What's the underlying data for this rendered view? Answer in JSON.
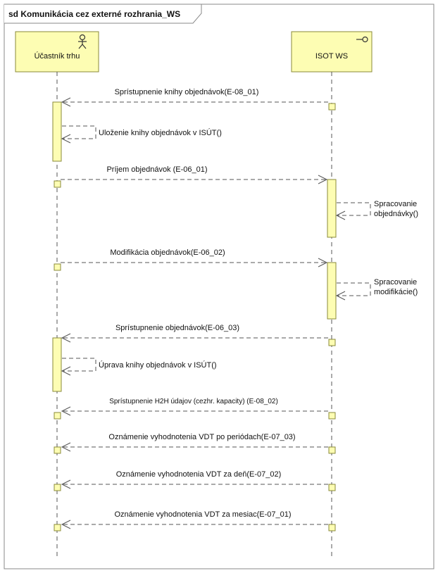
{
  "frame": {
    "title": "sd Komunikácia cez externé rozhrania_WS"
  },
  "colors": {
    "box_fill": "#fdfdb3",
    "box_stroke": "#8a8a3a",
    "line": "#555555",
    "frame_stroke": "#888888",
    "text": "#111111"
  },
  "lifelines": [
    {
      "id": "ucastnik",
      "label": "Účastník trhu",
      "icon": "actor-icon"
    },
    {
      "id": "isot",
      "label": "ISOT WS",
      "icon": "interface-lollipop-icon"
    }
  ],
  "messages": [
    {
      "label": "Sprístupnenie knihy objednávok(E-08_01)",
      "from": "isot",
      "to": "ucastnik",
      "kind": "return"
    },
    {
      "label": "Uloženie knihy objednávok v ISÚT()",
      "from": "ucastnik",
      "to": "ucastnik",
      "kind": "self"
    },
    {
      "label": "Príjem objednávok (E-06_01)",
      "from": "ucastnik",
      "to": "isot",
      "kind": "return"
    },
    {
      "label": "Spracovanie\nobjednávky()",
      "from": "isot",
      "to": "isot",
      "kind": "self"
    },
    {
      "label": "Modifikácia objednávok(E-06_02)",
      "from": "ucastnik",
      "to": "isot",
      "kind": "return"
    },
    {
      "label": "Spracovanie\nmodifikácie()",
      "from": "isot",
      "to": "isot",
      "kind": "self"
    },
    {
      "label": "Sprístupnenie objednávok(E-06_03)",
      "from": "isot",
      "to": "ucastnik",
      "kind": "return"
    },
    {
      "label": "Úprava knihy objednávok v ISÚT()",
      "from": "ucastnik",
      "to": "ucastnik",
      "kind": "self"
    },
    {
      "label": "Sprístupnenie H2H údajov (cezhr. kapacity) (E-08_02)",
      "from": "isot",
      "to": "ucastnik",
      "kind": "return"
    },
    {
      "label": "Oznámenie vyhodnotenia VDT po periódach(E-07_03)",
      "from": "isot",
      "to": "ucastnik",
      "kind": "return"
    },
    {
      "label": "Oznámenie vyhodnotenia VDT za deň(E-07_02)",
      "from": "isot",
      "to": "ucastnik",
      "kind": "return"
    },
    {
      "label": "Oznámenie vyhodnotenia VDT za mesiac(E-07_01)",
      "from": "isot",
      "to": "ucastnik",
      "kind": "return"
    }
  ]
}
